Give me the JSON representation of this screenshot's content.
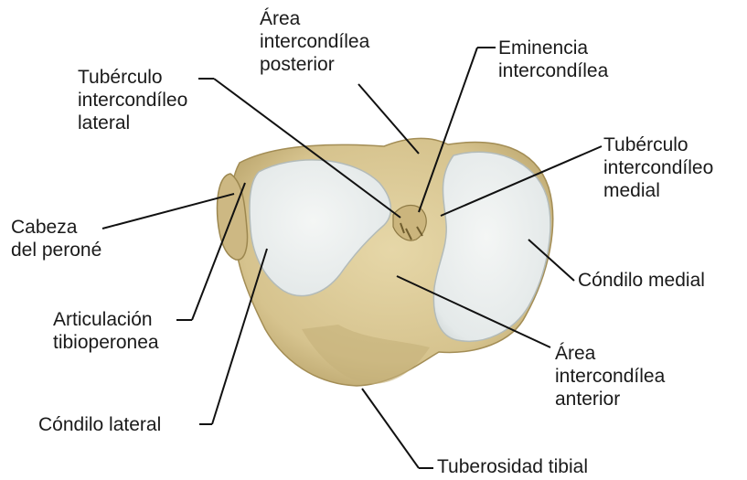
{
  "labels": {
    "area_posterior": [
      "Área",
      "intercondílea",
      "posterior"
    ],
    "eminencia": [
      "Eminencia",
      "intercondílea"
    ],
    "tub_lateral": [
      "Tubérculo",
      "intercondíleo",
      "lateral"
    ],
    "tub_medial": [
      "Tubérculo",
      "intercondíleo",
      "medial"
    ],
    "cabeza": [
      "Cabeza",
      "del peroné"
    ],
    "articulacion": [
      "Articulación",
      "tibioperonea"
    ],
    "condilo_medial": [
      "Cóndilo medial"
    ],
    "area_anterior": [
      "Área",
      "intercondílea",
      "anterior"
    ],
    "condilo_lateral": [
      "Cóndilo lateral"
    ],
    "tuberosidad": [
      "Tuberosidad tibial"
    ]
  },
  "colors": {
    "bone": "#d9c896",
    "bone_shadow": "#b9a46b",
    "cartilage": "#e7ecec",
    "leader": "#111111"
  }
}
